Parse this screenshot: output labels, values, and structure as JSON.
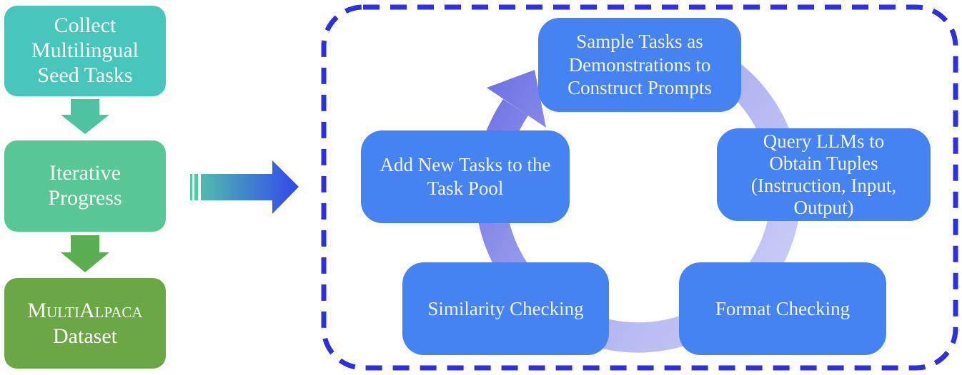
{
  "figure": {
    "description_label": "multilingual self-instruct data construction pipeline"
  },
  "left_flow": {
    "collect_box": "Collect\nMultilingual\nSeed Tasks",
    "iterative_box": "Iterative\nProgress",
    "dataset_box_line1": "MultiAlpaca",
    "dataset_box_line2": "Dataset"
  },
  "cycle": {
    "top_box": "Sample Tasks as\nDemonstrations to\nConstruct Prompts",
    "right_box": "Query LLMs to\nObtain Tuples\n(Instruction, Input,\nOutput)",
    "bottom_right_box": "Format Checking",
    "bottom_left_box": "Similarity Checking",
    "left_box": "Add New Tasks to the\nTask Pool"
  },
  "colors": {
    "collect_box": "#48C6BC",
    "down_arrow_1": "#4FC2A1",
    "iterative_box": "#58C795",
    "down_arrow_2": "#5BAD51",
    "dataset_box": "#6BA744",
    "cycle_box": "#4483F1",
    "dashed_border": "#2E2EE2",
    "flow_arrow_start": "#54C7A6",
    "flow_arrow_end": "#3247EE",
    "ring_light": "#CBCDF7",
    "ring_mid": "#B0B2F1",
    "ring_dark": "#6F72E3",
    "box_text": "#FDFEFE"
  }
}
